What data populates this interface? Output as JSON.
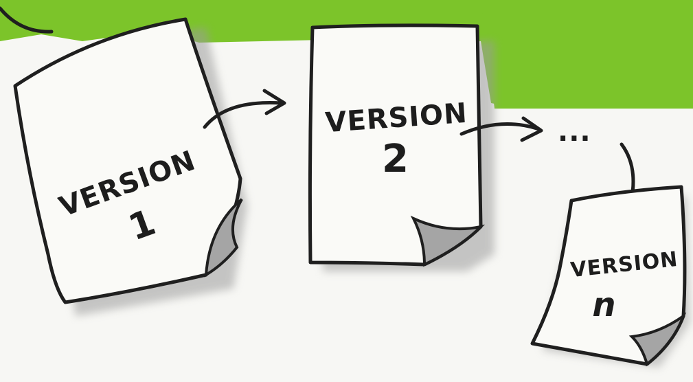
{
  "diagram": {
    "highlight_color": "#7cc42a",
    "ink_color": "#1f1f1f",
    "shadow_color": "#9c9c9c",
    "paper_color": "#fafaf7",
    "documents": [
      {
        "id": "v1",
        "word": "VERSION",
        "number": "1"
      },
      {
        "id": "v2",
        "word": "VERSION",
        "number": "2"
      },
      {
        "id": "vn",
        "word": "VERSION",
        "number": "n"
      }
    ],
    "ellipsis": "..."
  }
}
